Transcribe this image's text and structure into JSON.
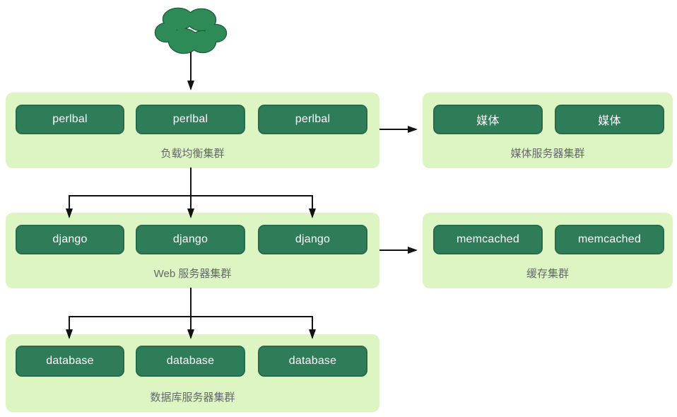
{
  "diagram": {
    "colors": {
      "cluster_bg": "#ddf5c3",
      "node_bg": "#2e7d58",
      "node_border": "#276b4c",
      "node_text": "#ffffff",
      "cluster_label_text": "#64686b",
      "cloud_fill": "#2e8b57",
      "cloud_stroke": "#1b5e3c",
      "arrow": "#121212"
    },
    "clusters": [
      {
        "id": "load-balancer",
        "label": "负载均衡集群",
        "nodes": [
          "perlbal",
          "perlbal",
          "perlbal"
        ]
      },
      {
        "id": "media",
        "label": "媒体服务器集群",
        "nodes": [
          "媒体",
          "媒体"
        ]
      },
      {
        "id": "web",
        "label": "Web 服务器集群",
        "nodes": [
          "django",
          "django",
          "django"
        ]
      },
      {
        "id": "cache",
        "label": "缓存集群",
        "nodes": [
          "memcached",
          "memcached"
        ]
      },
      {
        "id": "database",
        "label": "数据库服务器集群",
        "nodes": [
          "database",
          "database",
          "database"
        ]
      }
    ]
  }
}
